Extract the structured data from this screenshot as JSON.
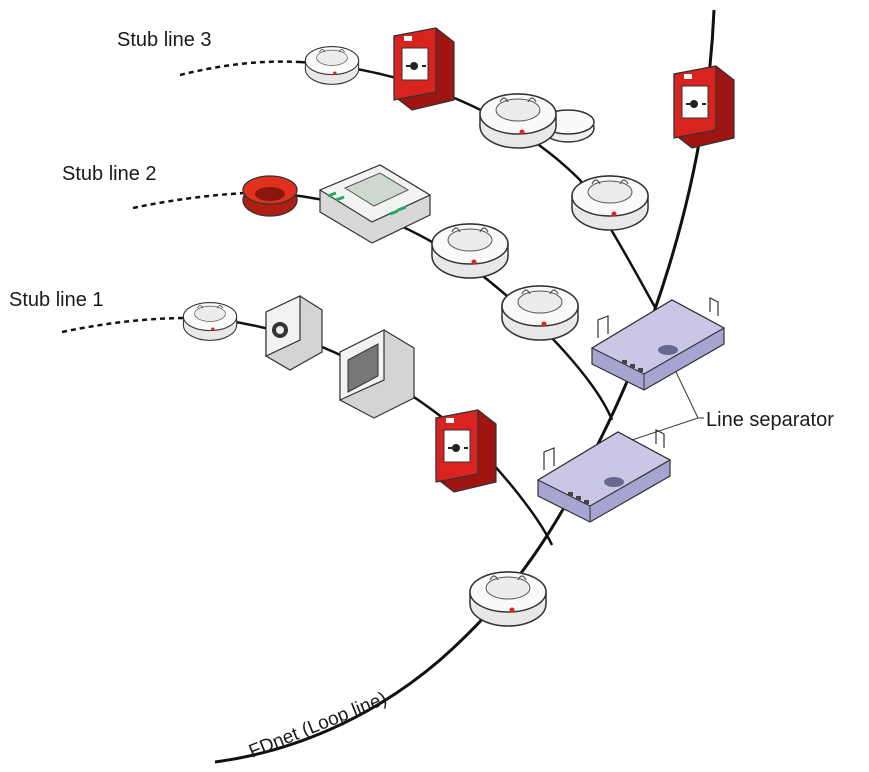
{
  "labels": {
    "stub1": "Stub line 1",
    "stub2": "Stub line 2",
    "stub3": "Stub line 3",
    "separator": "Line separator",
    "loop": "FDnet (Loop line)"
  },
  "colors": {
    "line": "#111111",
    "detector_body": "#f2f2f2",
    "detector_shade": "#d6d6d6",
    "call_point_red": "#d9231f",
    "call_point_dark": "#9e1512",
    "separator_body": "#c9c6e6",
    "separator_shade": "#a8a4d2",
    "sounder_red": "#e0301e"
  },
  "devices": {
    "stub3": [
      "smoke-detector",
      "manual-call-point",
      "detector-with-base-sounder"
    ],
    "stub2": [
      "sounder-beacon",
      "input-output-module",
      "smoke-detector",
      "smoke-detector"
    ],
    "stub1": [
      "smoke-detector",
      "fire-detector-in-housing",
      "detector-housing",
      "manual-call-point"
    ],
    "loop": [
      "manual-call-point",
      "smoke-detector",
      "line-separator",
      "line-separator",
      "smoke-detector"
    ]
  }
}
